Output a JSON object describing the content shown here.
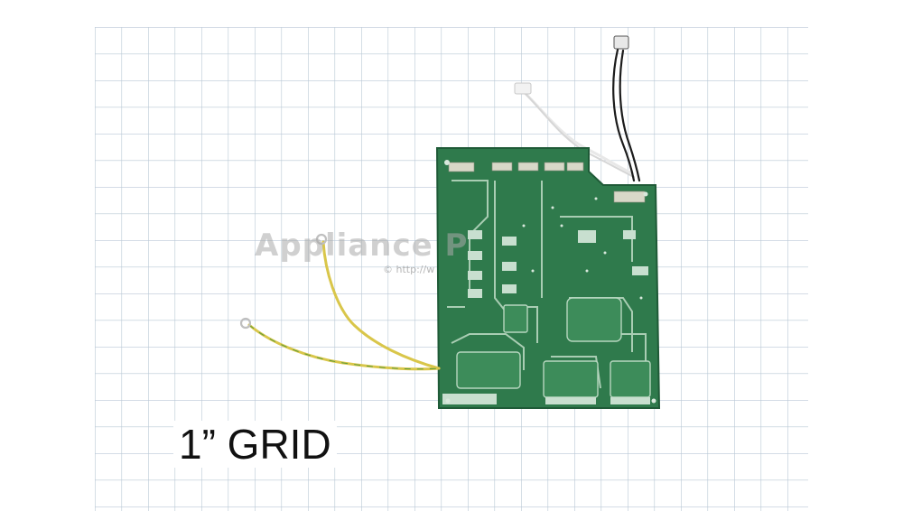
{
  "photo": {
    "subject_icon": "circuit-board-icon",
    "watermark": {
      "brand": "Appliance P",
      "url": "© http://w"
    },
    "grid_label": "1” GRID",
    "colors": {
      "background": "#ffffff",
      "grid_line": "#b9c8d6",
      "board_green": "#2f7a4c",
      "trace_light": "#a9cdb3",
      "ground_wire": "#d9c64a",
      "ground_wire_stripe": "#5a9a3a"
    }
  }
}
